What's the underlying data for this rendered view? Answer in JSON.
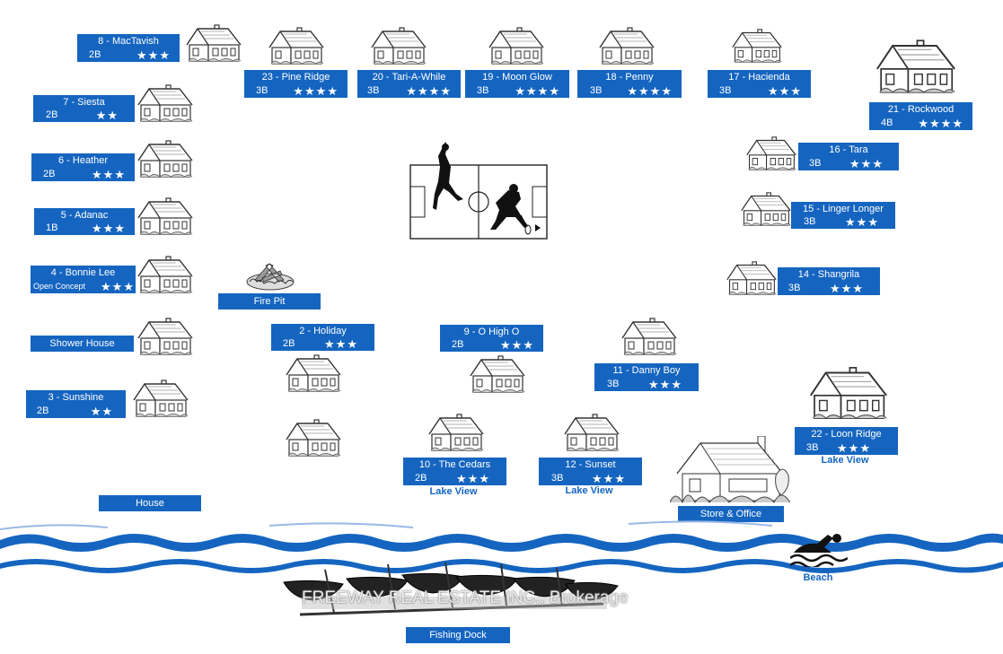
{
  "cabins": {
    "c8": {
      "name": "8 - MacTavish",
      "beds": "2B",
      "stars": "★★★"
    },
    "c23": {
      "name": "23 - Pine Ridge",
      "beds": "3B",
      "stars": "★★★★"
    },
    "c20": {
      "name": "20 - Tari-A-While",
      "beds": "3B",
      "stars": "★★★★"
    },
    "c19": {
      "name": "19 - Moon Glow",
      "beds": "3B",
      "stars": "★★★★"
    },
    "c18": {
      "name": "18 - Penny",
      "beds": "3B",
      "stars": "★★★★"
    },
    "c17": {
      "name": "17 - Hacienda",
      "beds": "3B",
      "stars": "★★★"
    },
    "c21": {
      "name": "21 - Rockwood",
      "beds": "4B",
      "stars": "★★★★"
    },
    "c7": {
      "name": "7 - Siesta",
      "beds": "2B",
      "stars": "★★"
    },
    "c6": {
      "name": "6 - Heather",
      "beds": "2B",
      "stars": "★★★"
    },
    "c5": {
      "name": "5 - Adanac",
      "beds": "1B",
      "stars": "★★★"
    },
    "c4": {
      "name": "4 - Bonnie Lee",
      "beds": "Open Concept",
      "stars": "★★★"
    },
    "c3": {
      "name": "3 - Sunshine",
      "beds": "2B",
      "stars": "★★"
    },
    "c16": {
      "name": "16 - Tara",
      "beds": "3B",
      "stars": "★★★"
    },
    "c15": {
      "name": "15 - Linger Longer",
      "beds": "3B",
      "stars": "★★★"
    },
    "c14": {
      "name": "14 - Shangrila",
      "beds": "3B",
      "stars": "★★★"
    },
    "c2": {
      "name": "2 - Holiday",
      "beds": "2B",
      "stars": "★★★"
    },
    "c9": {
      "name": "9 - O High O",
      "beds": "2B",
      "stars": "★★★"
    },
    "c11": {
      "name": "11 - Danny Boy",
      "beds": "3B",
      "stars": "★★★"
    },
    "c22": {
      "name": "22 - Loon Ridge",
      "beds": "3B",
      "stars": "★★★",
      "note": "Lake View"
    },
    "c10": {
      "name": "10 - The Cedars",
      "beds": "2B",
      "stars": "★★★",
      "note": "Lake View"
    },
    "c12": {
      "name": "12 - Sunset",
      "beds": "3B",
      "stars": "★★★",
      "note": "Lake View"
    }
  },
  "facilities": {
    "fire_pit": "Fire Pit",
    "shower_house": "Shower House",
    "house": "House",
    "store_office": "Store & Office",
    "beach": "Beach",
    "fishing_dock": "Fishing Dock"
  },
  "watermark": "FREEWAY REAL ESTATE INC., Brokerage",
  "colors": {
    "label_bg": "#1565c0",
    "water": "#1565c0"
  }
}
